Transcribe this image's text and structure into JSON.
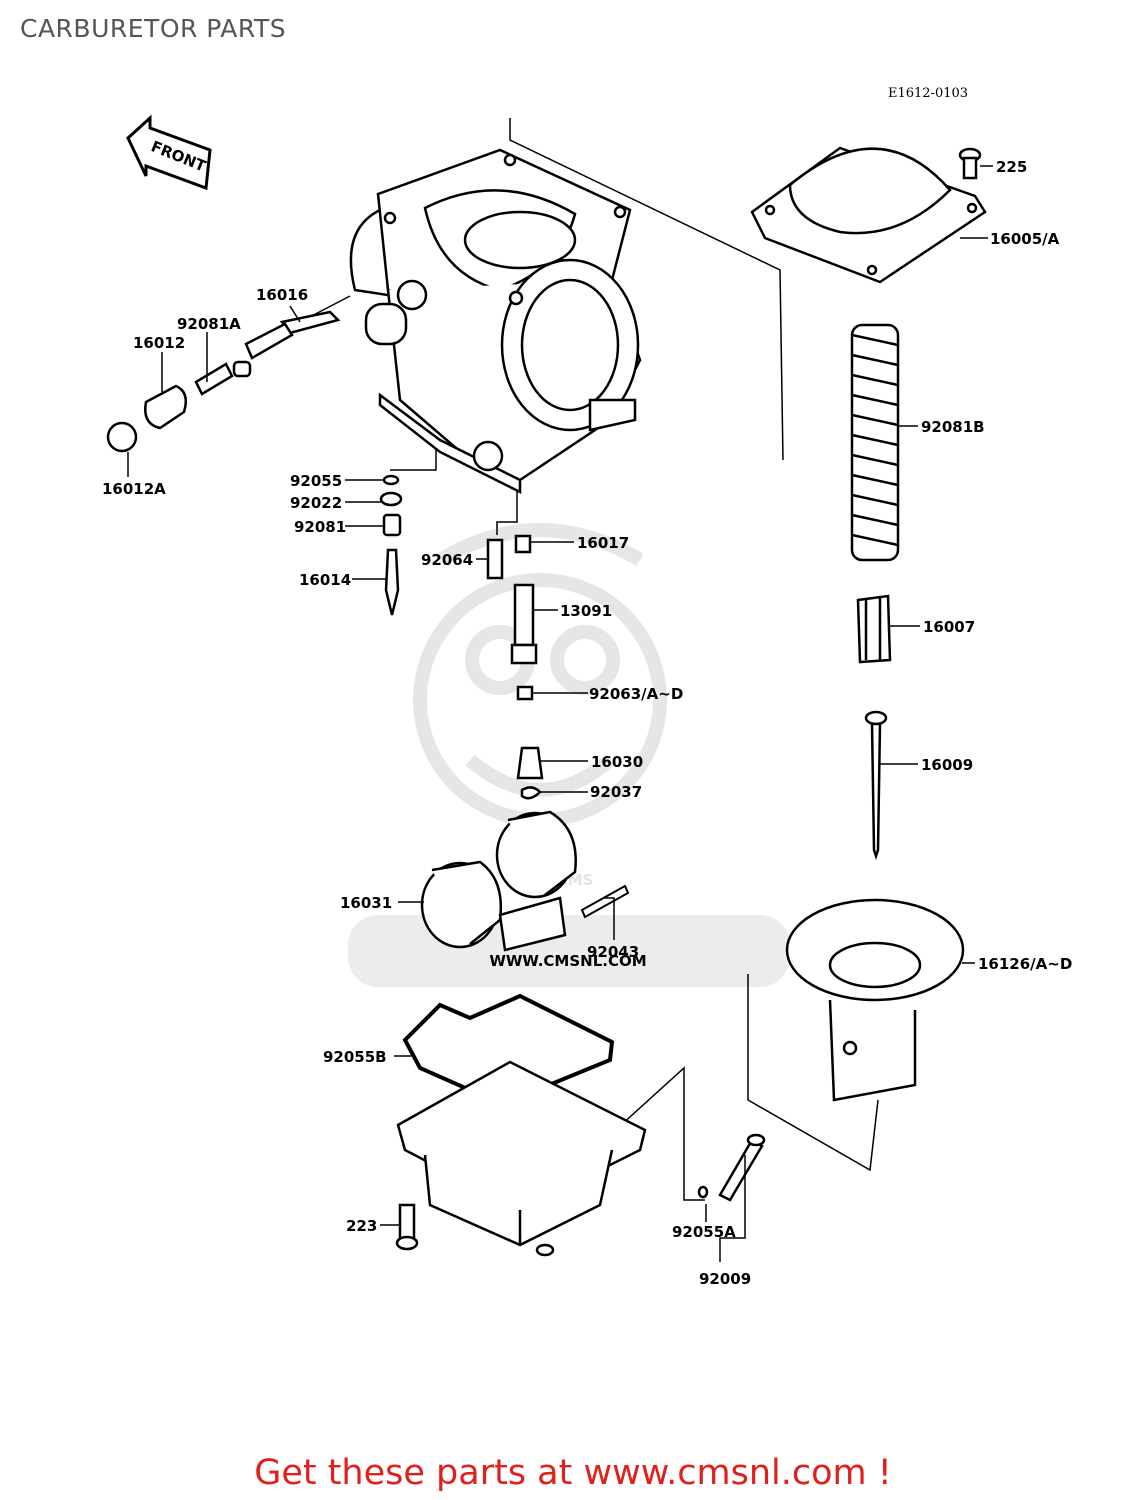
{
  "page": {
    "title": "CARBURETOR PARTS",
    "reference_code": "E1612-0103",
    "front_label": "FRONT",
    "banner": "Get these parts at www.cmsnl.com !"
  },
  "watermark": {
    "brand": "CMS",
    "url": "WWW.CMSNL.COM"
  },
  "parts": [
    {
      "id": "p225",
      "label": "225"
    },
    {
      "id": "p16005",
      "label": "16005/A"
    },
    {
      "id": "p16016",
      "label": "16016"
    },
    {
      "id": "p92081a",
      "label": "92081A"
    },
    {
      "id": "p16012",
      "label": "16012"
    },
    {
      "id": "p16012a",
      "label": "16012A"
    },
    {
      "id": "p92081b",
      "label": "92081B"
    },
    {
      "id": "p92055",
      "label": "92055"
    },
    {
      "id": "p92022",
      "label": "92022"
    },
    {
      "id": "p92081",
      "label": "92081"
    },
    {
      "id": "p16014",
      "label": "16014"
    },
    {
      "id": "p92064",
      "label": "92064"
    },
    {
      "id": "p16017",
      "label": "16017"
    },
    {
      "id": "p13091",
      "label": "13091"
    },
    {
      "id": "p16007",
      "label": "16007"
    },
    {
      "id": "p92063",
      "label": "92063/A~D"
    },
    {
      "id": "p16009",
      "label": "16009"
    },
    {
      "id": "p16030",
      "label": "16030"
    },
    {
      "id": "p92037",
      "label": "92037"
    },
    {
      "id": "p16031",
      "label": "16031"
    },
    {
      "id": "p92043",
      "label": "92043"
    },
    {
      "id": "p16126",
      "label": "16126/A~D"
    },
    {
      "id": "p92055b",
      "label": "92055B"
    },
    {
      "id": "p223",
      "label": "223"
    },
    {
      "id": "p92055a",
      "label": "92055A"
    },
    {
      "id": "p92009",
      "label": "92009"
    }
  ]
}
